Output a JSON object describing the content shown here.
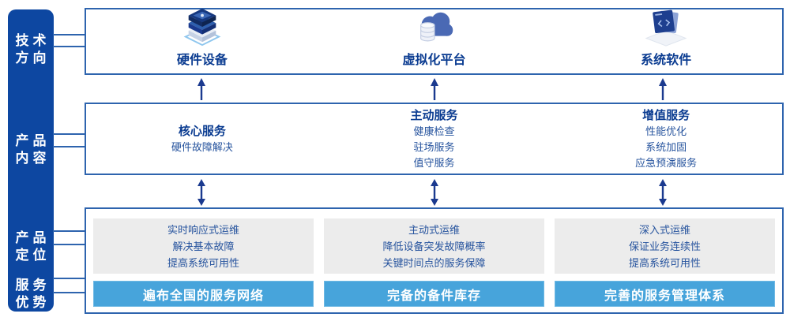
{
  "sidebar": {
    "items": [
      {
        "line1": "技术",
        "line2": "方向"
      },
      {
        "line1": "产品",
        "line2": "内容"
      },
      {
        "line1": "产品",
        "line2": "定位"
      },
      {
        "line1": "服务",
        "line2": "优势"
      }
    ]
  },
  "tech_row": {
    "items": [
      {
        "label": "硬件设备",
        "icon": "server-stack-icon"
      },
      {
        "label": "虚拟化平台",
        "icon": "cloud-database-icon"
      },
      {
        "label": "系统软件",
        "icon": "code-window-icon"
      }
    ]
  },
  "services_row": {
    "columns": [
      {
        "title": "核心服务",
        "items": [
          "硬件故障解决"
        ]
      },
      {
        "title": "主动服务",
        "items": [
          "健康检查",
          "驻场服务",
          "值守服务"
        ]
      },
      {
        "title": "增值服务",
        "items": [
          "性能优化",
          "系统加固",
          "应急预演服务"
        ]
      }
    ]
  },
  "positioning_row": {
    "columns": [
      {
        "points": [
          "实时响应式运维",
          "解决基本故障",
          "提高系统可用性"
        ],
        "banner": "遍布全国的服务网络"
      },
      {
        "points": [
          "主动式运维",
          "降低设备突发故障概率",
          "关键时间点的服务保障"
        ],
        "banner": "完备的备件库存"
      },
      {
        "points": [
          "深入式运维",
          "保证业务连续性",
          "提高系统可用性"
        ],
        "banner": "完善的服务管理体系"
      }
    ]
  },
  "colors": {
    "sidebar_blue": "#0d47a1",
    "box_border_blue": "#2e64ae",
    "heading_blue": "#0b3c91",
    "body_blue": "#27549e",
    "banner_blue": "#47a4db",
    "gray_panel": "#ececec",
    "arrow_navy": "#1b3a8f"
  }
}
